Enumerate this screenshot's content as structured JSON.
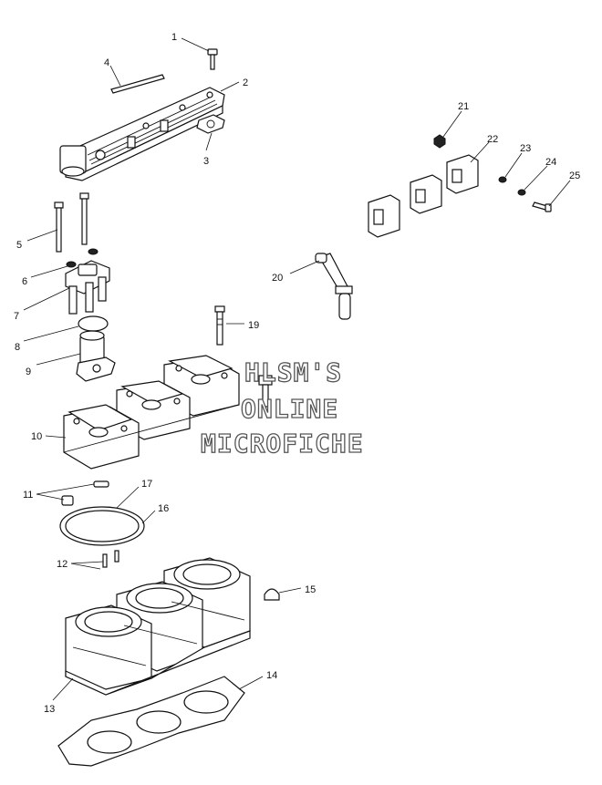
{
  "watermark": {
    "line1": "HLSM'S",
    "line2": "ONLINE",
    "line3": "MICROFICHE"
  },
  "callouts": {
    "c1": "1",
    "c2": "2",
    "c3": "3",
    "c4": "4",
    "c5": "5",
    "c6": "6",
    "c7": "7",
    "c8": "8",
    "c9": "9",
    "c10": "10",
    "c11": "11",
    "c12": "12",
    "c13": "13",
    "c14": "14",
    "c15": "15",
    "c16": "16",
    "c17": "17",
    "c19": "19",
    "c20": "20",
    "c21": "21",
    "c22": "22",
    "c23": "23",
    "c24": "24",
    "c25": "25"
  },
  "colors": {
    "line": "#111111",
    "watermark_outline": "#555555",
    "background": "#ffffff"
  }
}
